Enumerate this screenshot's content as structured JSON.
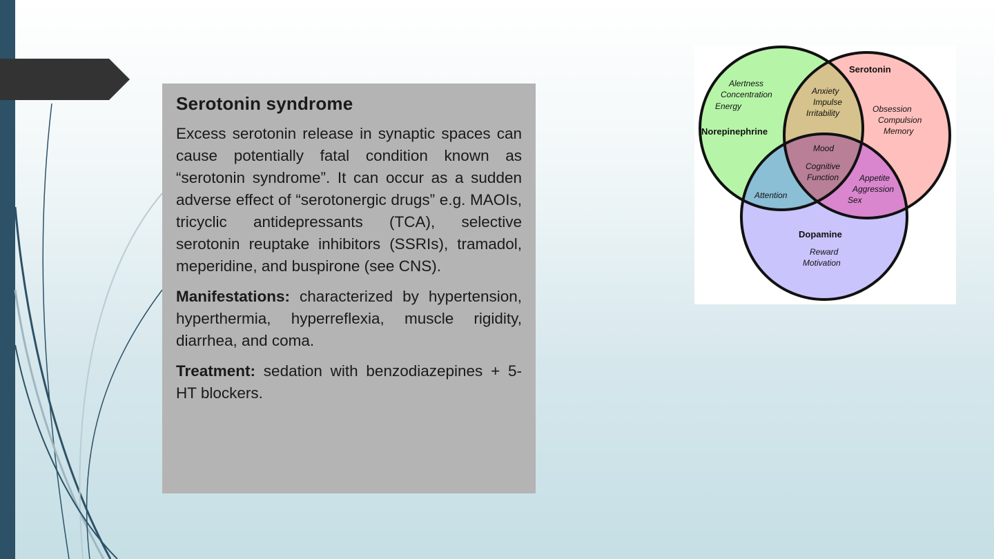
{
  "card": {
    "title": "Serotonin syndrome",
    "intro": "Excess serotonin release in synaptic spaces can cause potentially fatal condition known as “serotonin syndrome”. It can occur as a sudden adverse effect of “serotonergic drugs” e.g. MAOIs, tricyclic antidepressants (TCA), selective serotonin reuptake inhibitors (SSRIs), tramadol, meperidine, and buspirone (see CNS).",
    "manifestations_label": "Manifestations:",
    "manifestations_text": " characterized by hypertension, hyperthermia, hyperreflexia, muscle rigidity, diarrhea, and coma.",
    "treatment_label": "Treatment:",
    "treatment_text": " sedation with benzodiazepines + 5-HT blockers."
  },
  "venn": {
    "norepinephrine": {
      "label": "Norepinephrine",
      "items": [
        "Alertness",
        "Concentration",
        "Energy"
      ],
      "color": "#b6f5a8"
    },
    "serotonin": {
      "label": "Serotonin",
      "items": [
        "Obsession",
        "Compulsion",
        "Memory"
      ],
      "color": "#ffc0bd"
    },
    "dopamine": {
      "label": "Dopamine",
      "items": [
        "Reward",
        "Motivation"
      ],
      "color": "#c9c4fb"
    },
    "ne_5ht": [
      "Anxiety",
      "Impulse",
      "Irritability"
    ],
    "ne_da": [
      "Attention"
    ],
    "5ht_da": [
      "Appetite",
      "Aggression",
      "Sex"
    ],
    "center": [
      "Mood",
      "Cognitive",
      "Function"
    ]
  },
  "colors": {
    "left_bar": "#2d5167",
    "arrow_tab": "#333333",
    "card_bg": "#b4b4b4"
  }
}
